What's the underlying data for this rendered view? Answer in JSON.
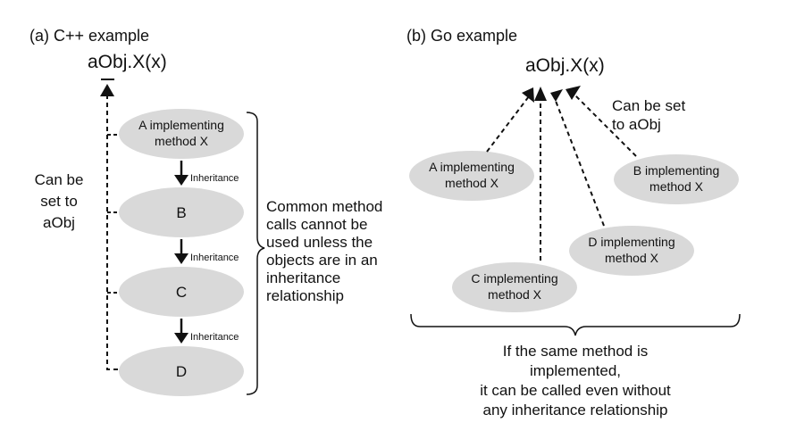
{
  "left": {
    "title": "(a) C++ example",
    "call": "aObj.X(x)",
    "nodes": [
      {
        "line1": "A implementing",
        "line2": "method X"
      },
      {
        "label": "B"
      },
      {
        "label": "C"
      },
      {
        "label": "D"
      }
    ],
    "inheritance_label": "Inheritance",
    "side_note": "Can be\nset to\naObj",
    "brace_note": "Common method\ncalls cannot be\nused unless the\nobjects are in an\ninheritance\nrelationship"
  },
  "right": {
    "title": "(b) Go example",
    "call": "aObj.X(x)",
    "set_note": "Can be set\nto aObj",
    "nodes": [
      {
        "line1": "A implementing",
        "line2": "method X"
      },
      {
        "line1": "B implementing",
        "line2": "method X"
      },
      {
        "line1": "C implementing",
        "line2": "method X"
      },
      {
        "line1": "D implementing",
        "line2": "method X"
      }
    ],
    "bottom_note": "If the same method is implemented,\nit can be called even without\nany inheritance relationship"
  },
  "colors": {
    "node_fill": "#d9d9d9",
    "line": "#111111",
    "background": "#ffffff"
  }
}
